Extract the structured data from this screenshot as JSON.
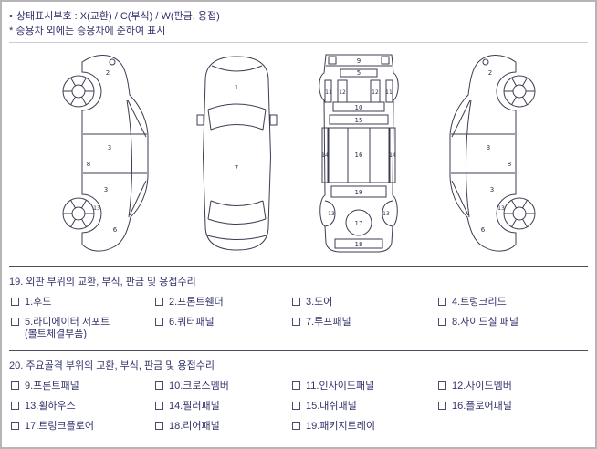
{
  "page": {
    "bg": "#ffffff",
    "border_color": "#b5b5b5",
    "text_color": "#32326b"
  },
  "header": {
    "bullet": "•",
    "line1": "상태표시부호 : X(교환) / C(부식) / W(판금, 용접)",
    "line2": "* 승용차 외에는 승용차에 준하여 표시"
  },
  "diagrams": {
    "side_left": [
      "2",
      "3",
      "3",
      "8",
      "13",
      "6"
    ],
    "top_body": [
      "1",
      "7"
    ],
    "top_frame": [
      "9",
      "5",
      "11",
      "12",
      "12",
      "11",
      "10",
      "15",
      "16",
      "14",
      "14",
      "19",
      "13",
      "13",
      "17",
      "18"
    ],
    "side_right": [
      "2",
      "3",
      "3",
      "8",
      "13",
      "6"
    ]
  },
  "section19": {
    "title": "19. 외판 부위의 교환, 부식, 판금 및 용접수리",
    "items": [
      {
        "label": "1.후드"
      },
      {
        "label": "2.프론트휀더"
      },
      {
        "label": "3.도어"
      },
      {
        "label": "4.트렁크리드"
      },
      {
        "label": "5.라디에이터 서포트",
        "sub": "(볼트체결부품)"
      },
      {
        "label": "6.쿼터패널"
      },
      {
        "label": "7.루프패널"
      },
      {
        "label": "8.사이드실 패널"
      }
    ]
  },
  "section20": {
    "title": "20. 주요골격 부위의 교환, 부식, 판금 및 용접수리",
    "items": [
      {
        "label": "9.프론트패널"
      },
      {
        "label": "10.크로스멤버"
      },
      {
        "label": "11.인사이드패널"
      },
      {
        "label": "12.사이드멤버"
      },
      {
        "label": "13.휠하우스"
      },
      {
        "label": "14.필러패널"
      },
      {
        "label": "15.대쉬패널"
      },
      {
        "label": "16.플로어패널"
      },
      {
        "label": "17.트렁크플로어"
      },
      {
        "label": "18.리어패널"
      },
      {
        "label": "19.패키지트레이"
      }
    ]
  }
}
